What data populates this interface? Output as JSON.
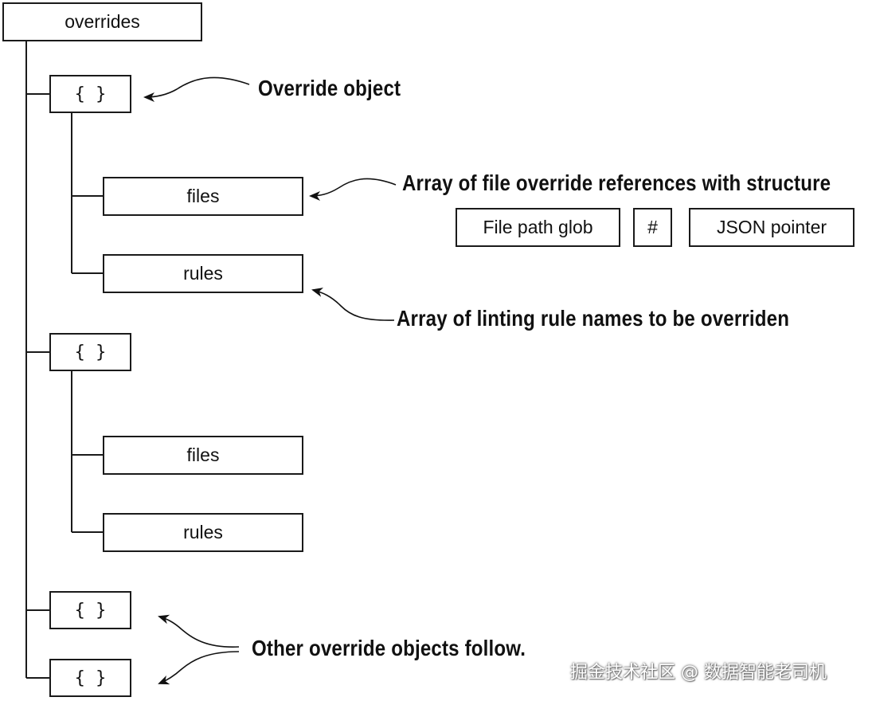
{
  "tree": {
    "root_label": "overrides",
    "override_brace_label": "{ }",
    "first_object": {
      "files_label": "files",
      "rules_label": "rules"
    },
    "second_object": {
      "files_label": "files",
      "rules_label": "rules"
    }
  },
  "structure": {
    "glob_label": "File path glob",
    "separator_label": "#",
    "pointer_label": "JSON pointer"
  },
  "callouts": {
    "override_object": "Override object",
    "files_array": "Array of file override references with structure",
    "rules_array": "Array of linting rule names to be overriden",
    "others": "Other override objects follow."
  },
  "watermark": "掘金技术社区 @ 数据智能老司机"
}
